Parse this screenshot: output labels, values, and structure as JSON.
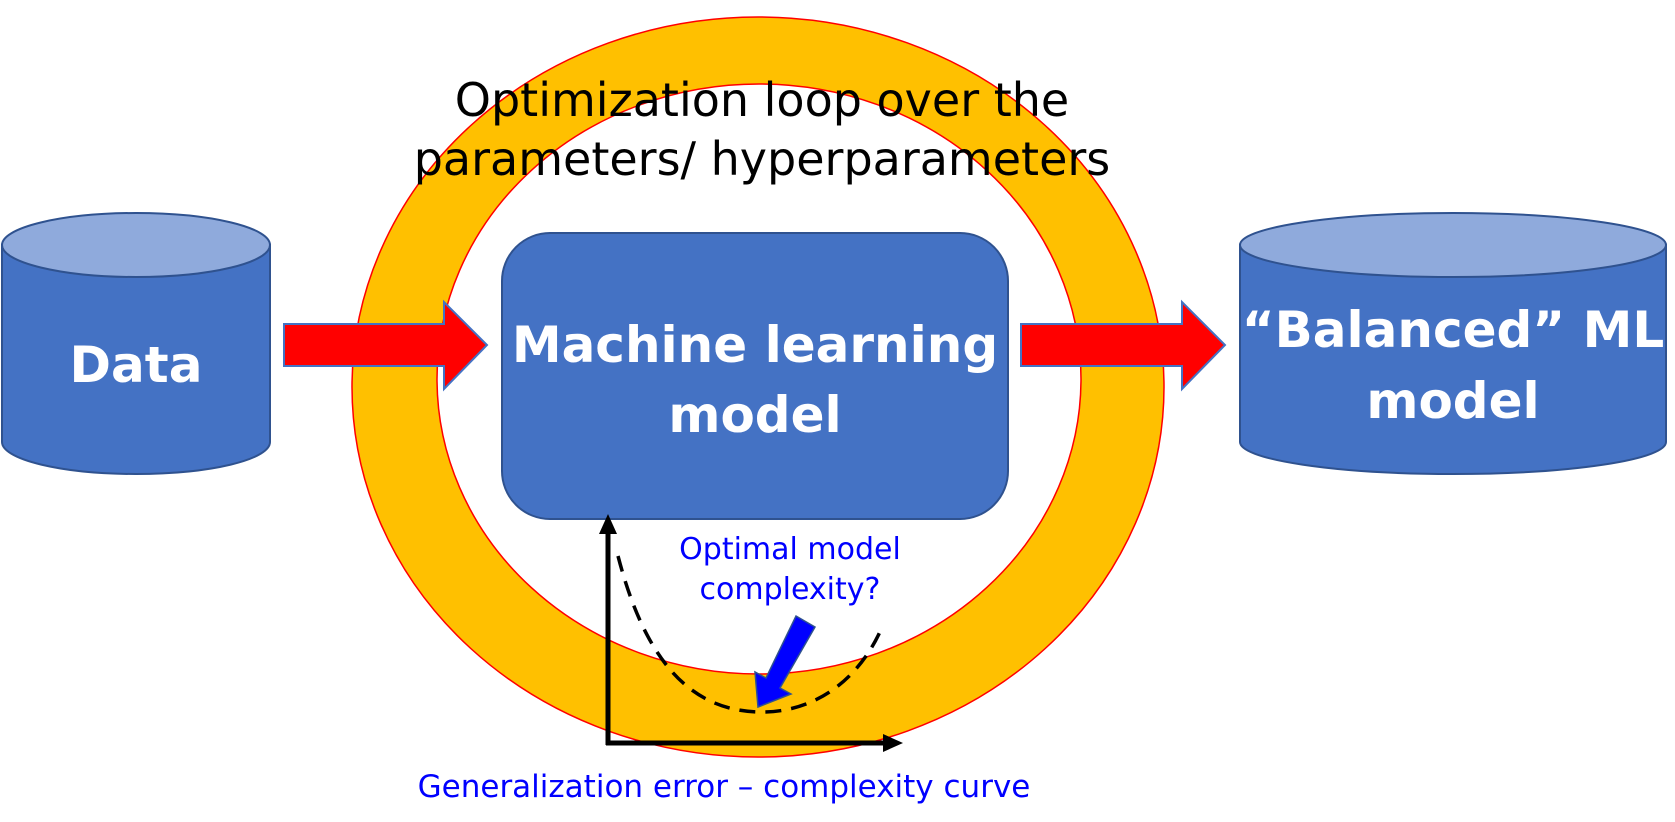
{
  "loop": {
    "title_line1": "Optimization loop over the",
    "title_line2": "parameters/ hyperparameters"
  },
  "data_cylinder": {
    "label": "Data"
  },
  "model_box": {
    "label_line1": "Machine learning",
    "label_line2": "model"
  },
  "output_cylinder": {
    "label_line1": "“Balanced” ML",
    "label_line2": "model"
  },
  "curve": {
    "annotation_line1": "Optimal model",
    "annotation_line2": "complexity?",
    "caption": "Generalization error – complexity curve"
  },
  "colors": {
    "ring": "#ffc000",
    "ring_outline": "#ff0000",
    "box": "#4472c4",
    "cylinder_top": "#8faadc",
    "arrow": "#ff0000",
    "annotation_arrow": "#0000ff",
    "annotation_text": "#0000ff"
  }
}
